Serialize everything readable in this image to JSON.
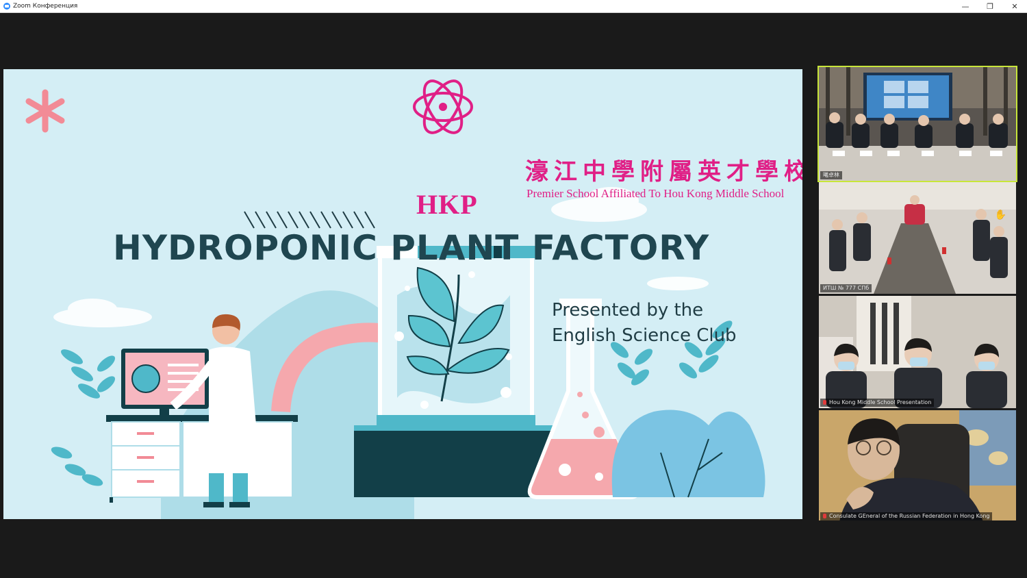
{
  "window": {
    "title": "Zoom Конференция",
    "controls": {
      "minimize": "—",
      "maximize": "❐",
      "close": "✕"
    }
  },
  "slide": {
    "logo_text": "HKP",
    "school_name_cn": "濠江中學附屬英才學校",
    "school_name_en": "Premier School Affiliated To Hou Kong Middle School",
    "title": "HYDROPONIC PLANT FACTORY",
    "presented_line1": "Presented by the",
    "presented_line2": "English Science Club",
    "colors": {
      "background": "#d4eef5",
      "title": "#1f4650",
      "accent_pink": "#e01f86",
      "teal": "#4fb8c9",
      "navy": "#123f48"
    }
  },
  "participants": [
    {
      "label": "曦卓林",
      "active": true
    },
    {
      "label": "ИТШ № 777 СПб",
      "active": false,
      "hand_raised": true
    },
    {
      "label": "Hou Kong Middle School Presentation",
      "active": false
    },
    {
      "label": "Consulate GEneral of the Russian Federation in Hong Kong",
      "active": false
    }
  ]
}
